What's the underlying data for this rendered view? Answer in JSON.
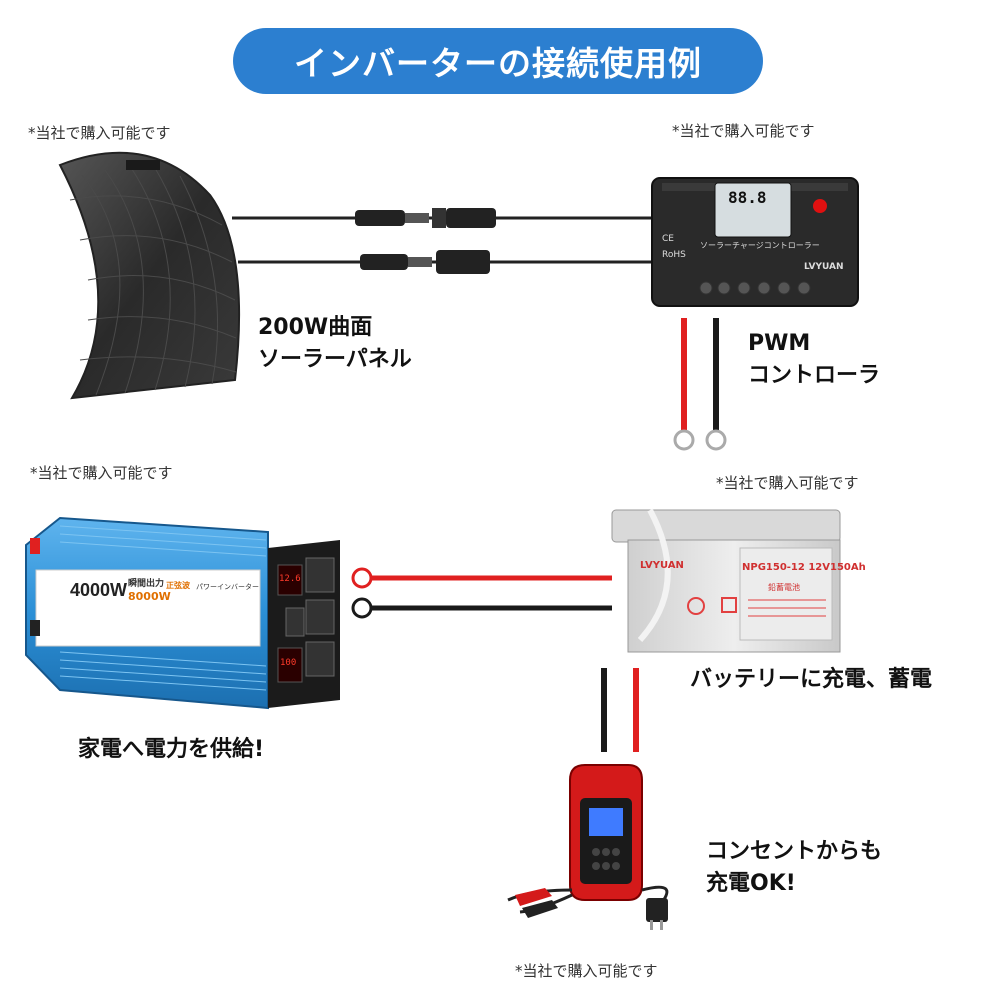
{
  "header": {
    "title": "インバーターの接続使用例"
  },
  "notes": {
    "panel": "*当社で購入可能です",
    "controller": "*当社で購入可能です",
    "inverter": "*当社で購入可能です",
    "battery": "*当社で購入可能です",
    "charger": "*当社で購入可能です"
  },
  "panel": {
    "line1": "200W曲面",
    "line2": "ソーラーパネル"
  },
  "controller": {
    "line1": "PWM",
    "line2": "コントローラ",
    "face_title": "ソーラーチャージコントローラー",
    "brand": "LVYUAN",
    "lcd": "88.8",
    "marks_ce": "CE",
    "marks_rohs": "RoHS"
  },
  "battery": {
    "brand": "LVYUAN",
    "model": "NPG150-12 12V150Ah",
    "type": "鉛蓄電池",
    "caption": "バッテリーに充電、蓄電"
  },
  "inverter": {
    "power": "4000W",
    "peak_title": "瞬間出力",
    "peak": "8000W",
    "wave": "正弦波",
    "name": "パワーインバーター",
    "display1": "12.6",
    "display2": "100",
    "caption": "家電へ電力を供給!"
  },
  "charger": {
    "line1": "コンセントからも",
    "line2": "充電OK!"
  },
  "colors": {
    "header_bg": "#2c7fd0",
    "cable_red": "#e02020",
    "cable_black": "#1a1a1a",
    "inverter_blue": "#2b8fd6"
  }
}
